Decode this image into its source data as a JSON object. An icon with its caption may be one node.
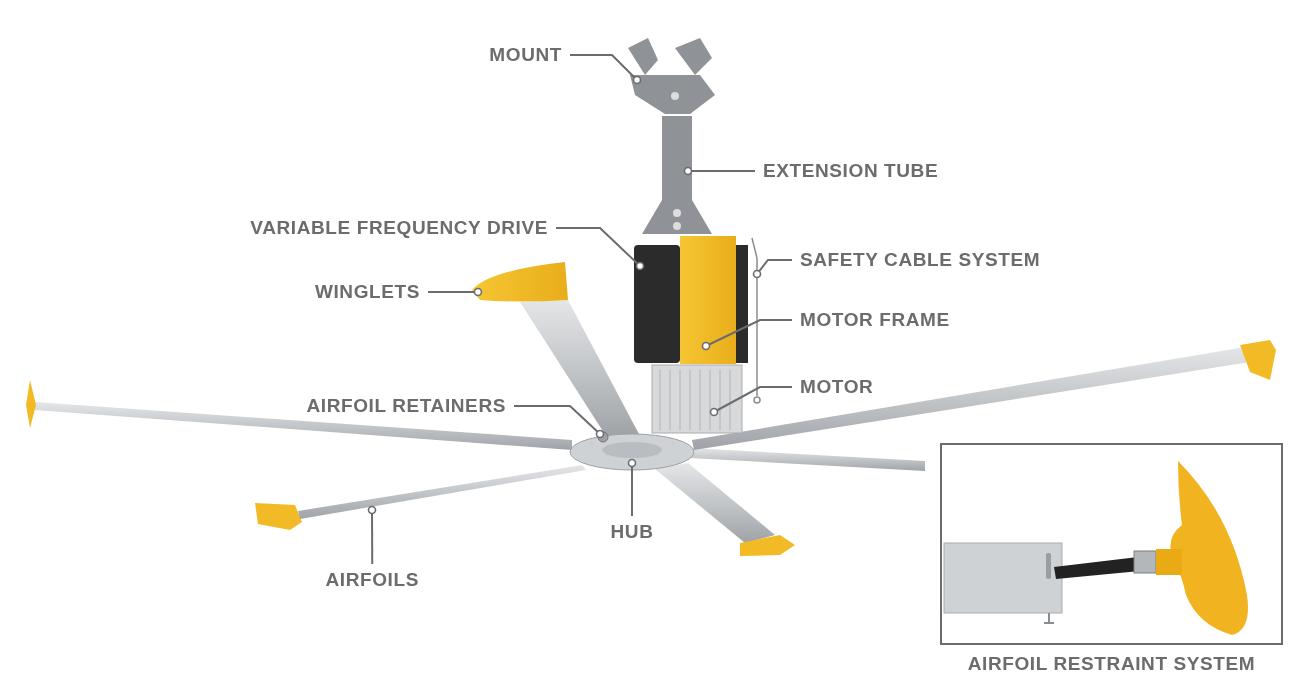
{
  "diagram": {
    "nodes": [
      {
        "text": [
          "MOUNT"
        ]
      },
      {
        "text": [
          "EXTENSION TUBE"
        ]
      },
      {
        "text": [
          "VARIABLE FREQUENCY DRIVE"
        ]
      },
      {
        "text": [
          "SAFETY CABLE SYSTEM"
        ]
      },
      {
        "text": [
          "WINGLETS"
        ]
      },
      {
        "text": [
          "MOTOR FRAME"
        ]
      },
      {
        "text": [
          "MOTOR"
        ]
      },
      {
        "text": [
          "AIRFOIL RETAINERS"
        ]
      },
      {
        "text": [
          "HUB"
        ]
      },
      {
        "text": [
          "AIRFOILS"
        ]
      },
      {
        "text": [
          "AIRFOIL RESTRAINT SYSTEM"
        ]
      },
      {
        "text": [],
        "shape": "picture"
      },
      {
        "text": [],
        "shape": "picture"
      },
      {
        "text": [],
        "shape": "picture"
      },
      {
        "text": [],
        "shape": "picture"
      },
      {
        "text": [],
        "shape": "picture"
      },
      {
        "text": [],
        "shape": "picture"
      },
      {
        "text": [],
        "shape": "picture"
      },
      {
        "text": [],
        "shape": "circle",
        "in": 19
      },
      {
        "text": [],
        "shape": "picture"
      },
      {
        "text": [],
        "shape": "picture"
      }
    ],
    "edges": [
      {
        "from": 0,
        "to": 11,
        "arrow": "other"
      },
      {
        "from": 1,
        "to": 12,
        "arrow": "other"
      },
      {
        "from": 2,
        "to": 13,
        "arrow": "other"
      },
      {
        "from": 3,
        "to": 14,
        "arrow": "other"
      },
      {
        "from": 4,
        "to": 15,
        "arrow": "other"
      },
      {
        "from": 5,
        "to": 16,
        "arrow": "other"
      },
      {
        "from": 6,
        "to": 17,
        "arrow": "other"
      },
      {
        "from": 7,
        "to": 18,
        "arrow": "other"
      },
      {
        "from": 8,
        "to": 19,
        "arrow": "other"
      },
      {
        "from": 9,
        "to": 20,
        "arrow": "other"
      }
    ]
  }
}
